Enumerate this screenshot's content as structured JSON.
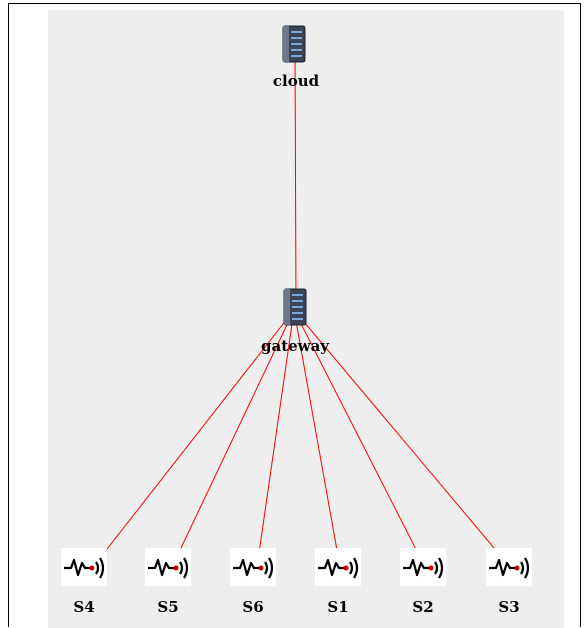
{
  "colors": {
    "background": "#eeeeee",
    "link": "#ff0000",
    "frame": "#000000"
  },
  "nodes": {
    "cloud": {
      "label": "cloud",
      "icon": "server-icon"
    },
    "gateway": {
      "label": "gateway",
      "icon": "server-icon"
    },
    "sensors": [
      {
        "label": "S4",
        "icon": "sensor-icon"
      },
      {
        "label": "S5",
        "icon": "sensor-icon"
      },
      {
        "label": "S6",
        "icon": "sensor-icon"
      },
      {
        "label": "S1",
        "icon": "sensor-icon"
      },
      {
        "label": "S2",
        "icon": "sensor-icon"
      },
      {
        "label": "S3",
        "icon": "sensor-icon"
      }
    ]
  },
  "edges": [
    [
      "cloud",
      "gateway"
    ],
    [
      "gateway",
      "S4"
    ],
    [
      "gateway",
      "S5"
    ],
    [
      "gateway",
      "S6"
    ],
    [
      "gateway",
      "S1"
    ],
    [
      "gateway",
      "S2"
    ],
    [
      "gateway",
      "S3"
    ]
  ]
}
